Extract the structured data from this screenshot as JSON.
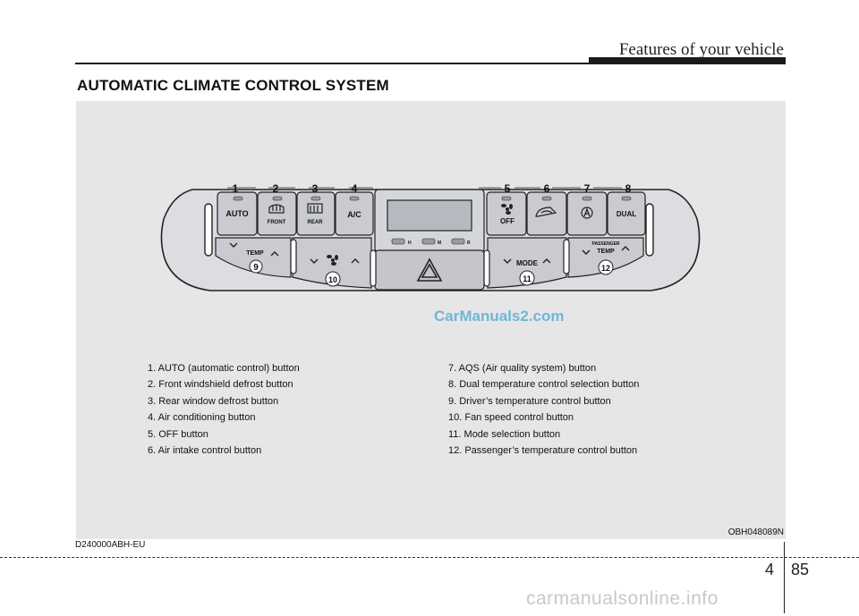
{
  "header": {
    "title": "Features of your vehicle"
  },
  "section": {
    "title": "AUTOMATIC CLIMATE CONTROL SYSTEM"
  },
  "diagram": {
    "callouts": [
      "1",
      "2",
      "3",
      "4",
      "5",
      "6",
      "7",
      "8",
      "9",
      "10",
      "11",
      "12"
    ],
    "buttons": {
      "auto": "AUTO",
      "front": "FRONT",
      "rear": "REAR",
      "ac": "A/C",
      "off": "OFF",
      "dual": "DUAL",
      "temp": "TEMP",
      "mode": "MODE",
      "passenger": "PASSENGER",
      "passenger_temp": "TEMP",
      "h": "H",
      "m": "M",
      "r": "R"
    },
    "icons": [
      "defrost-front-icon",
      "defrost-rear-icon",
      "fan-icon",
      "air-intake-icon",
      "aqs-icon",
      "hazard-icon",
      "chevron-down-icon",
      "chevron-up-icon"
    ],
    "colors": {
      "panel": "#e6e6e6",
      "surface": "#dcdde0",
      "button": "#c9cbd0",
      "outline": "#222222",
      "watermark": "#6fb6d8"
    }
  },
  "watermark": "CarManuals2.com",
  "legend": {
    "left": [
      "1. AUTO (automatic control) button",
      "2. Front windshield defrost button",
      "3. Rear window defrost button",
      "4. Air conditioning button",
      "5. OFF button",
      "6. Air intake control button"
    ],
    "right": [
      "7. AQS (Air quality system) button",
      "8. Dual temperature control selection button",
      "9. Driver’s temperature control button",
      "10. Fan speed control button",
      "11. Mode selection button",
      "12. Passenger’s temperature control button"
    ]
  },
  "codes": {
    "image": "OBH048089N",
    "doc": "D240000ABH-EU"
  },
  "page": {
    "chapter": "4",
    "number": "85"
  },
  "footer_watermark": "carmanualsonline.info"
}
